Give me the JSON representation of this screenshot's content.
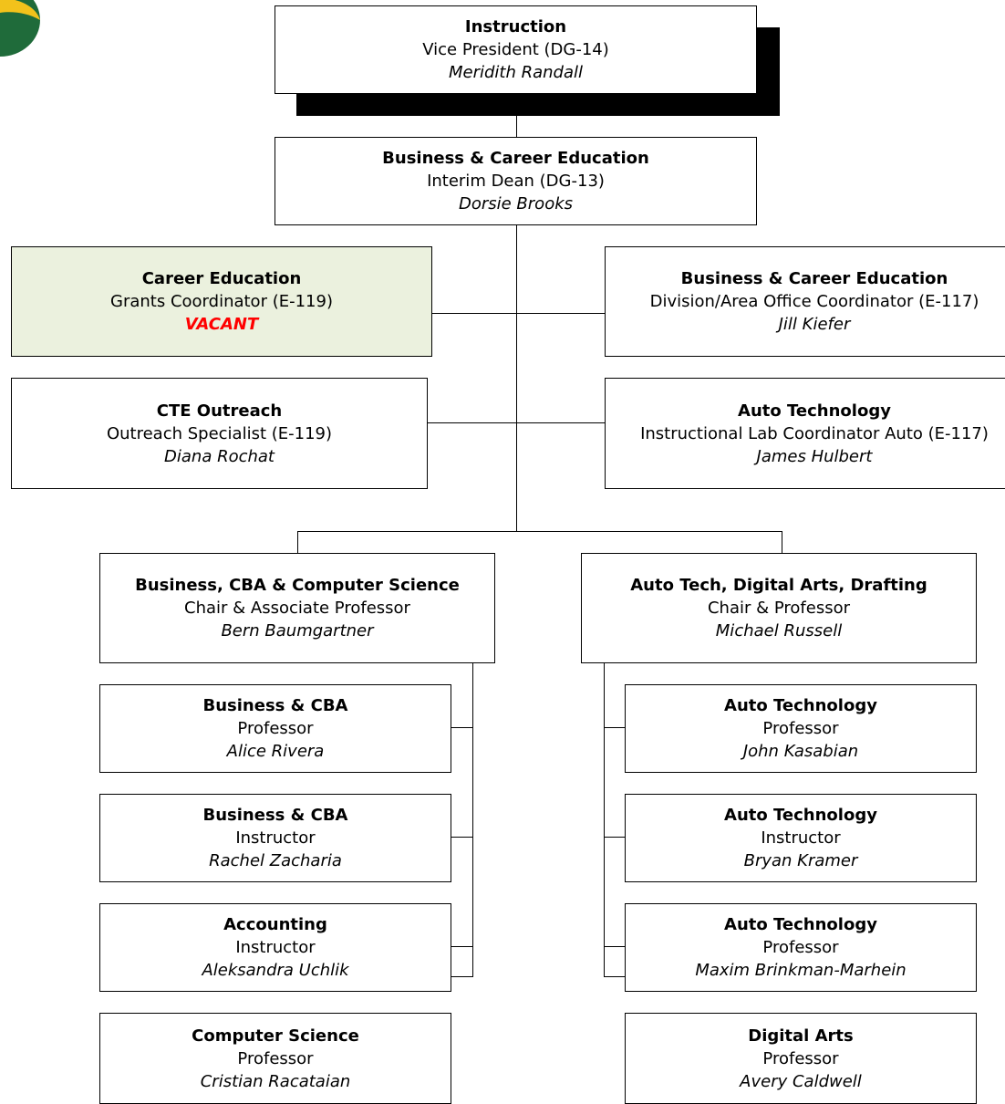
{
  "colors": {
    "line": "#000000",
    "grants_fill": "#ebf1de",
    "vacant_text": "#ff0000",
    "logo_green": "#1f6b3a",
    "logo_yellow": "#f2c21b"
  },
  "logo": {
    "icon": "college-logo-partial"
  },
  "top": {
    "vp": {
      "title": "Instruction",
      "role": "Vice President (DG-14)",
      "name": "Meridith Randall"
    },
    "dean": {
      "title": "Business & Career Education",
      "role": "Interim Dean (DG-13)",
      "name": "Dorsie Brooks"
    }
  },
  "staff": {
    "grants": {
      "title": "Career Education",
      "role": "Grants Coordinator (E-119)",
      "name": "VACANT"
    },
    "office": {
      "title": "Business & Career Education",
      "role": "Division/Area Office Coordinator (E-117)",
      "name": "Jill Kiefer"
    },
    "outreach": {
      "title": "CTE Outreach",
      "role": "Outreach Specialist (E-119)",
      "name": "Diana Rochat"
    },
    "lab": {
      "title": "Auto Technology",
      "role": "Instructional Lab Coordinator Auto (E-117)",
      "name": "James Hulbert"
    }
  },
  "chairs": {
    "left": {
      "title": "Business, CBA & Computer Science",
      "role": "Chair & Associate Professor",
      "name": "Bern Baumgartner"
    },
    "right": {
      "title": "Auto Tech, Digital Arts, Drafting",
      "role": "Chair & Professor",
      "name": "Michael Russell"
    }
  },
  "left_faculty": [
    {
      "title": "Business & CBA",
      "role": "Professor",
      "name": "Alice Rivera"
    },
    {
      "title": "Business & CBA",
      "role": "Instructor",
      "name": "Rachel Zacharia"
    },
    {
      "title": "Accounting",
      "role": "Instructor",
      "name": "Aleksandra Uchlik"
    },
    {
      "title": "Computer Science",
      "role": "Professor",
      "name": "Cristian Racataian"
    }
  ],
  "right_faculty": [
    {
      "title": "Auto Technology",
      "role": "Professor",
      "name": "John Kasabian"
    },
    {
      "title": "Auto Technology",
      "role": "Instructor",
      "name": "Bryan Kramer"
    },
    {
      "title": "Auto Technology",
      "role": "Professor",
      "name": "Maxim Brinkman-Marhein"
    },
    {
      "title": "Digital Arts",
      "role": "Professor",
      "name": "Avery Caldwell"
    }
  ]
}
